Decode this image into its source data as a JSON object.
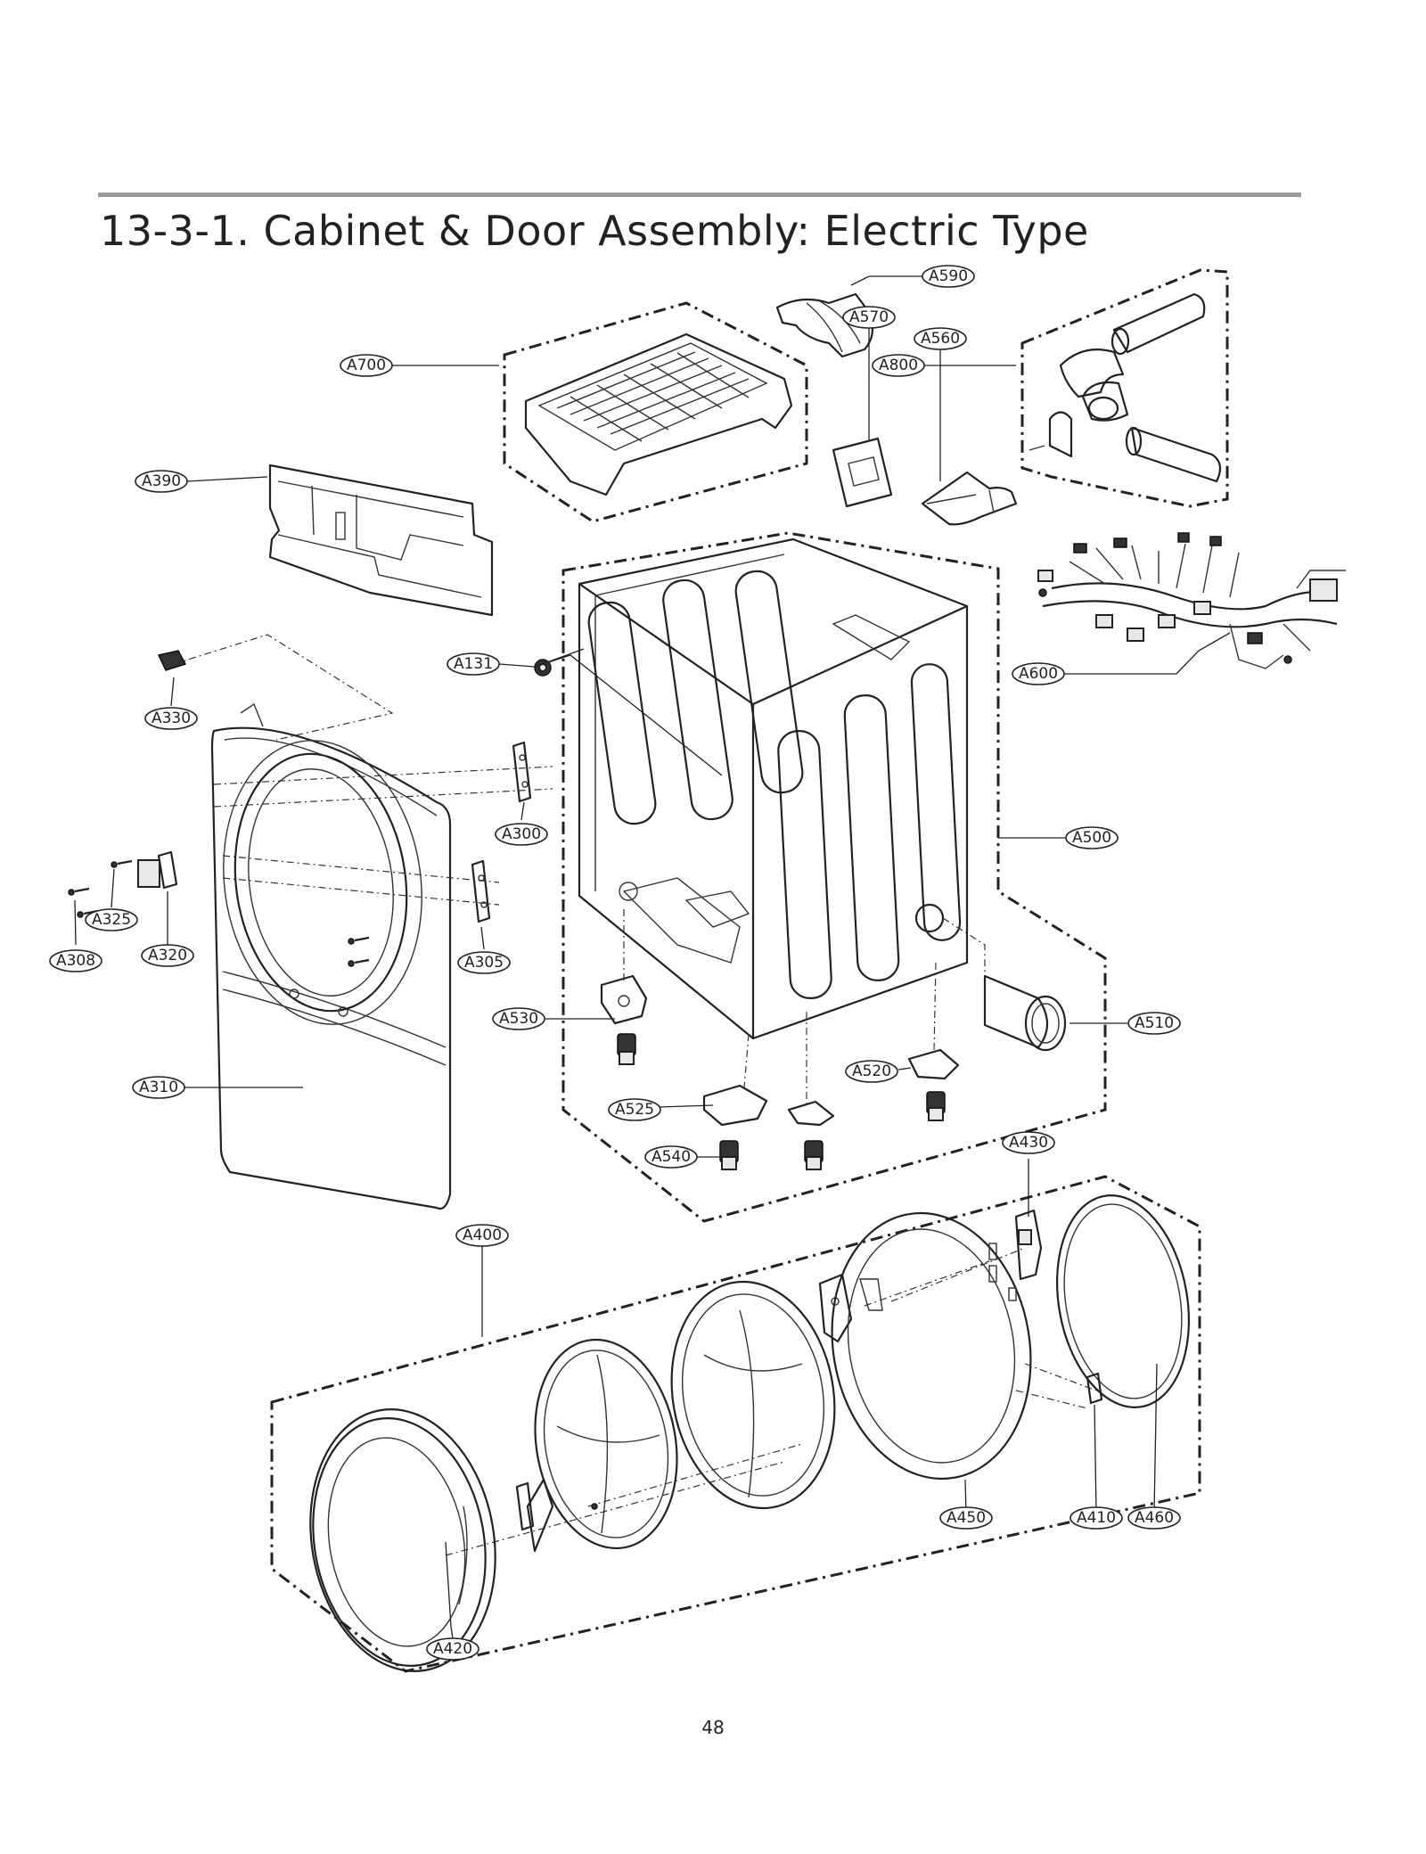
{
  "title": "13-3-1. Cabinet & Door Assembly: Electric Type",
  "page_number": "48",
  "callouts": {
    "A590": "A590",
    "A700": "A700",
    "A800": "A800",
    "A570": "A570",
    "A560": "A560",
    "A390": "A390",
    "A131": "A131",
    "A600": "A600",
    "A330": "A330",
    "A300": "A300",
    "A500": "A500",
    "A325": "A325",
    "A320": "A320",
    "A308": "A308",
    "A305": "A305",
    "A530": "A530",
    "A510": "A510",
    "A310": "A310",
    "A520": "A520",
    "A525": "A525",
    "A540": "A540",
    "A430": "A430",
    "A400": "A400",
    "A450": "A450",
    "A410": "A410",
    "A460": "A460",
    "A420": "A420"
  }
}
